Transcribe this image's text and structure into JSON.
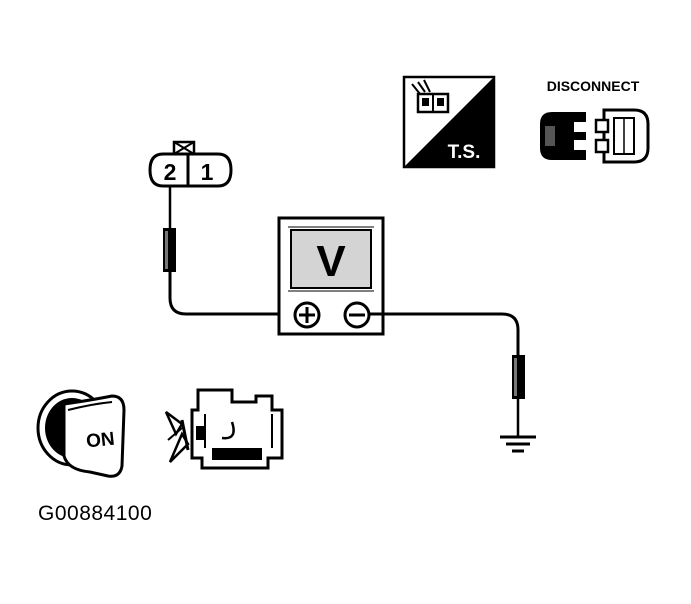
{
  "connector": {
    "pin_left": "2",
    "pin_right": "1"
  },
  "voltmeter": {
    "display": "V",
    "plus_symbol": "+",
    "minus_symbol": "−"
  },
  "icons": {
    "ts_label": "T.S.",
    "disconnect_label": "DISCONNECT",
    "ignition_label": "ON"
  },
  "figure_id": "G00884100",
  "colors": {
    "ink": "#000000",
    "paper": "#ffffff",
    "screen_gray": "#d4d4d4"
  }
}
